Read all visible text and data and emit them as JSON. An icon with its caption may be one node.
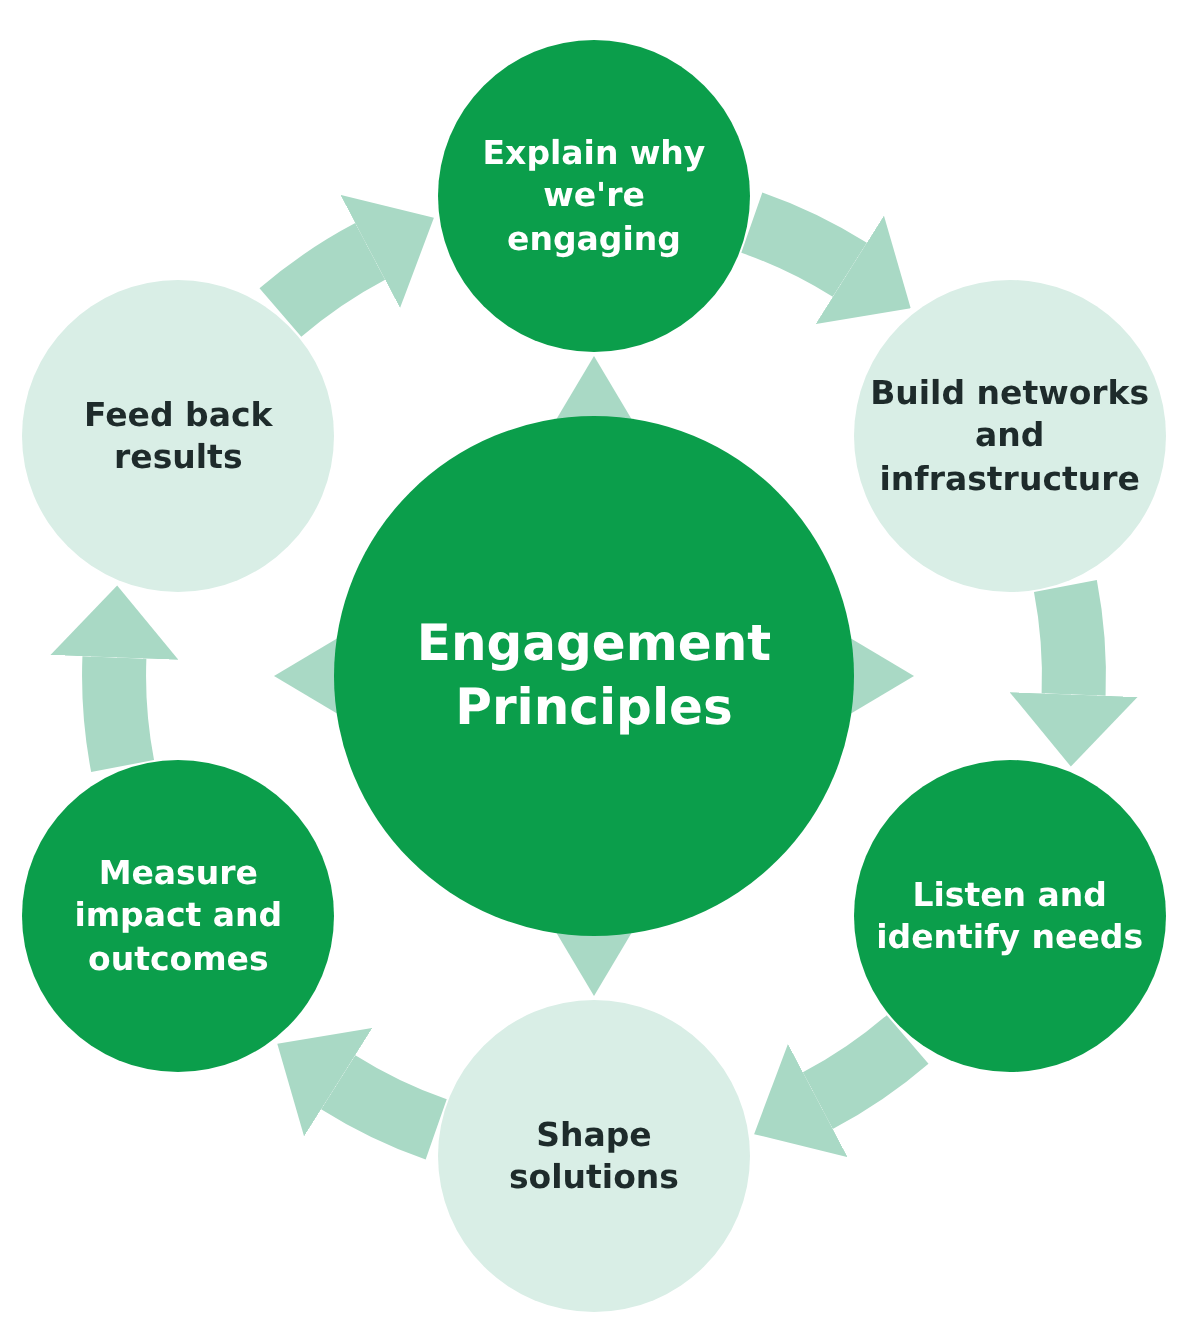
{
  "diagram": {
    "nodes": [
      {
        "text": [
          "Engagement Principles"
        ]
      },
      {
        "text": [
          "Explain why we're engaging"
        ]
      },
      {
        "text": [
          "Build networks and infrastructure"
        ]
      },
      {
        "text": [
          "Listen and identify needs"
        ]
      },
      {
        "text": [
          "Shape solutions"
        ]
      },
      {
        "text": [
          "Measure impact and outcomes"
        ]
      },
      {
        "text": [
          "Feed back results"
        ]
      }
    ],
    "edges": [
      {
        "from": 1,
        "to": 2,
        "arrow": "to"
      },
      {
        "from": 2,
        "to": 3,
        "arrow": "to"
      },
      {
        "from": 3,
        "to": 4,
        "arrow": "to"
      },
      {
        "from": 4,
        "to": 5,
        "arrow": "to"
      },
      {
        "from": 5,
        "to": 6,
        "arrow": "to"
      },
      {
        "from": 6,
        "to": 1,
        "arrow": "to"
      },
      {
        "from": 0,
        "to": 1,
        "arrow": "to"
      },
      {
        "from": 0,
        "to": null,
        "arrow": "to"
      },
      {
        "from": 0,
        "to": 4,
        "arrow": "to"
      },
      {
        "from": 0,
        "to": null,
        "arrow": "to"
      }
    ]
  }
}
